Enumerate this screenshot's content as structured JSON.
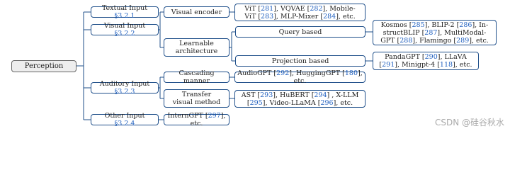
{
  "root": "Perception",
  "inputs": {
    "textual": {
      "label": "Textual Input ",
      "sec": "§3.2.1"
    },
    "visual": {
      "label": "Visual Input ",
      "sec": "§3.2.2"
    },
    "auditory": {
      "label": "Auditory Input ",
      "sec": "§3.2.3"
    },
    "other": {
      "label": "Other Input ",
      "sec": "§3.2.4"
    }
  },
  "visual_encoder": {
    "label": "Visual encoder",
    "leaf": {
      "l1a": "ViT [",
      "c1": "281",
      "l1b": "], VQVAE [",
      "c2": "282",
      "l1c": "], Mobile-",
      "l2a": "ViT [",
      "c3": "283",
      "l2b": "], MLP-Mixer [",
      "c4": "284",
      "l2c": "], etc."
    }
  },
  "learnable": {
    "line1": "Learnable",
    "line2": "architecture",
    "query": {
      "label": "Query based",
      "leaf": {
        "l1a": "Kosmos [",
        "c1": "285",
        "l1b": "], BLIP-2 [",
        "c2": "286",
        "l1c": "], In-",
        "l2a": "structBLIP [",
        "c3": "287",
        "l2b": "], MultiModal-",
        "l3a": "GPT [",
        "c4": "288",
        "l3b": "], Flamingo [",
        "c5": "289",
        "l3c": "], etc."
      }
    },
    "projection": {
      "label": "Projection based",
      "leaf": {
        "l1a": "PandaGPT [",
        "c1": "290",
        "l1b": "], LLaVA",
        "l2a": "[",
        "c2": "291",
        "l2b": "], Minigpt-4 [",
        "c3": "118",
        "l2c": "], etc."
      }
    }
  },
  "cascading": {
    "label": "Cascading manner",
    "leaf": {
      "a": "AudioGPT [",
      "c1": "292",
      "b": "], HuggingGPT [",
      "c2": "180",
      "c": "], etc."
    }
  },
  "transfer": {
    "line1": "Transfer",
    "line2": "visual method",
    "leaf": {
      "l1a": "AST [",
      "c1": "293",
      "l1b": "], HuBERT [",
      "c2": "294",
      "l1c": "] , X-LLM",
      "l2a": "[",
      "c3": "295",
      "l2b": "], Video-LLaMA [",
      "c4": "296",
      "l2c": "], etc."
    }
  },
  "other_leaf": {
    "a": "InternGPT [",
    "c1": "297",
    "b": "], etc."
  },
  "watermark": "CSDN @硅谷秋水"
}
